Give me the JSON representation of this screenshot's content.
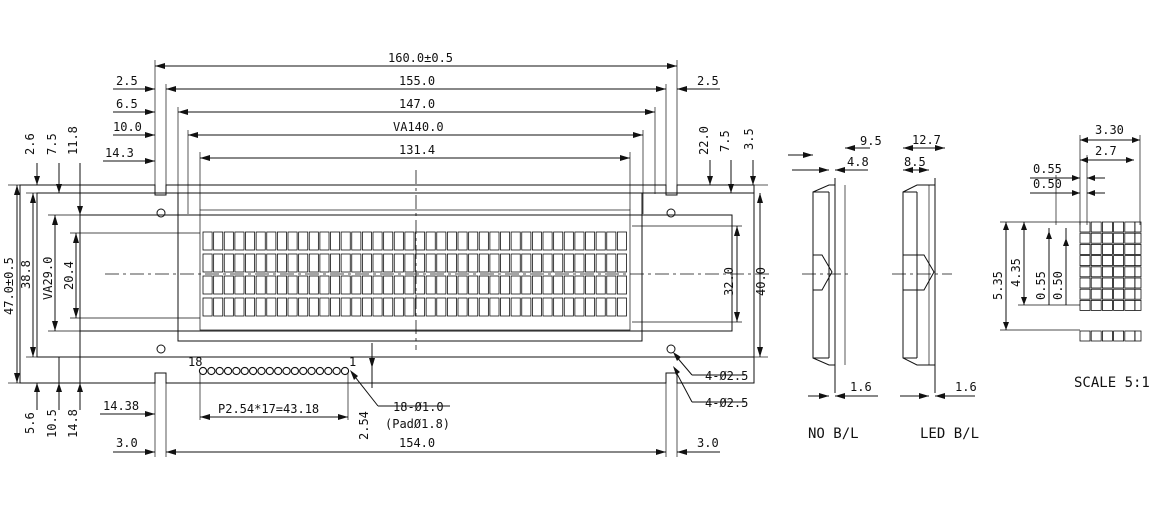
{
  "front_view": {
    "width_labels": [
      "160.0±0.5",
      "155.0",
      "147.0",
      "VA140.0",
      "131.4"
    ],
    "left_top_offsets": [
      "2.5",
      "6.5",
      "10.0",
      "14.3"
    ],
    "right_top_offsets": [
      "2.5"
    ],
    "left_vertical_top": [
      "2.6",
      "7.5",
      "11.8"
    ],
    "right_vertical_top": [
      "22.0",
      "7.5",
      "3.5"
    ],
    "height_labels": [
      "47.0±0.5",
      "38.8",
      "VA29.0",
      "20.4"
    ],
    "right_heights": [
      "32.0",
      "40.0"
    ],
    "bottom_vertical": [
      "5.6",
      "10.5",
      "14.8"
    ],
    "bottom_left_offsets": [
      "14.38",
      "3.0"
    ],
    "bottom_right_offset": "3.0",
    "bottom_width": "154.0",
    "pin_first": "1",
    "pin_last": "18",
    "pin_pitch": "P2.54*17=43.18",
    "pin_pitch_v": "2.54",
    "pin_holes": "18-Ø1.0",
    "pin_pads": "(PadØ1.8)",
    "mount_holes": [
      "4-Ø2.5",
      "4-Ø2.5"
    ]
  },
  "char_grid": {
    "cols": 20,
    "rows": 4
  },
  "side_no_bl": {
    "label": "NO B/L",
    "top": [
      "9.5",
      "4.8"
    ],
    "bottom": "1.6"
  },
  "side_led_bl": {
    "label": "LED B/L",
    "top": [
      "12.7",
      "8.5"
    ],
    "bottom": "1.6"
  },
  "detail": {
    "scale": "SCALE 5:1",
    "top": [
      "3.30",
      "2.7",
      "0.55",
      "0.50"
    ],
    "left": [
      "5.35",
      "4.35",
      "0.55",
      "0.50"
    ],
    "dot_cols": 5,
    "dot_rows": 8
  }
}
